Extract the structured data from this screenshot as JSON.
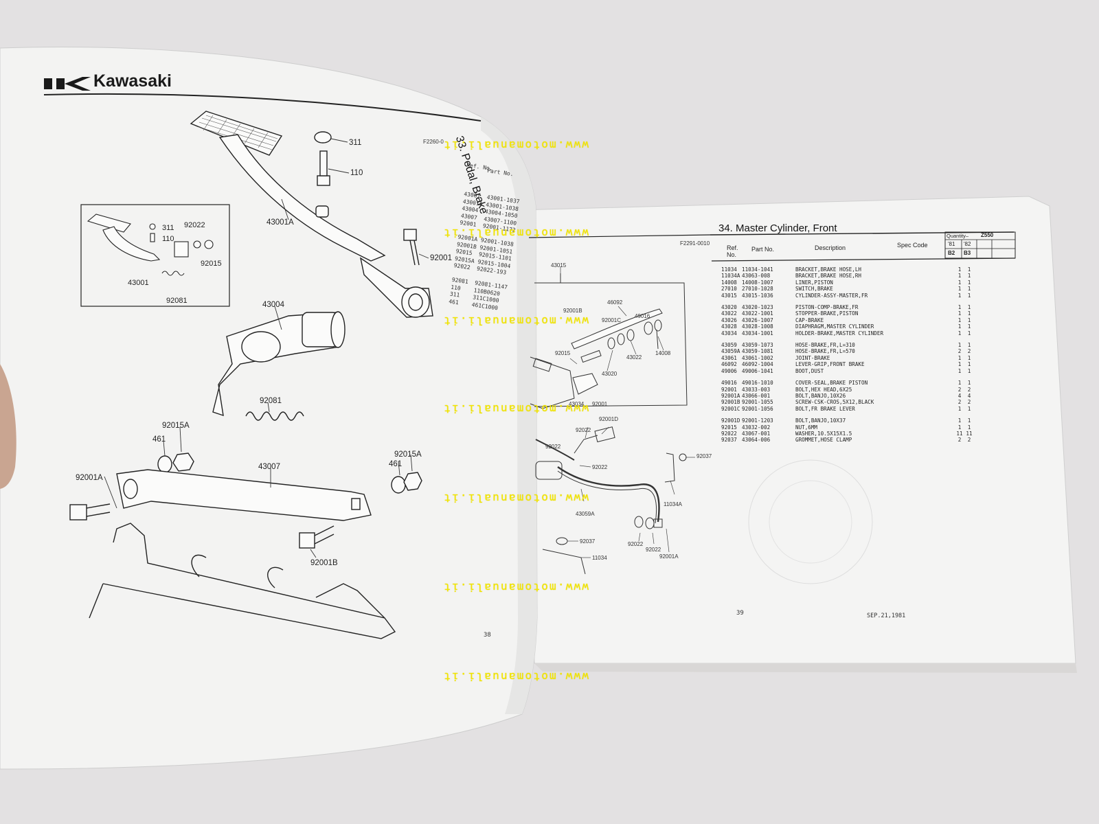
{
  "brand": {
    "logo_text": "Kawasaki"
  },
  "left_page": {
    "page_number": "38",
    "figure_code": "F2260-0",
    "callouts": {
      "c311": "311",
      "c110": "110",
      "c43001A": "43001A",
      "c92001": "92001",
      "c43004": "43004",
      "c92081": "92081",
      "c92015A": "92015A",
      "c461": "461",
      "c43007": "43007",
      "c92015A_r": "92015A",
      "c461_r": "461",
      "c92001A": "92001A",
      "c92001B": "92001B"
    },
    "inset_callouts": {
      "i311": "311",
      "i92022": "92022",
      "i110": "110",
      "i92015": "92015",
      "i43001": "43001",
      "i92081": "92081"
    }
  },
  "page33": {
    "title": "33. Pedal, Brake",
    "ref_label": "Ref. No.",
    "part_label": "Part No.",
    "rows": [
      "43001  43001-1037",
      "43001A 43001-1038",
      "43004  43004-1050",
      "43007  43007-1100",
      "92001  92001-1172",
      "",
      "92001A 92001-1038",
      "92001B 92001-1051",
      "92015  92015-1101",
      "92015A 92015-1004",
      "92022  92022-193",
      "",
      "92081  92081-1147",
      "110    110B0620",
      "311    311C1000",
      "461    461C1000"
    ]
  },
  "right_page": {
    "page_number": "39",
    "date": "SEP.21,1981",
    "figure_code": "F2291-0010",
    "section_title": "34.  Master Cylinder, Front",
    "headers": {
      "ref": "Ref.",
      "no": "No.",
      "part_no": "Part  No.",
      "description": "Description",
      "spec_code": "Spec Code",
      "quantity": "Quantity–",
      "model": "Z550",
      "y81": "'81",
      "y82": "'82",
      "b2": "B2",
      "b3": "B3"
    },
    "groups": [
      [
        {
          "ref": "11034",
          "part": "11034-1041",
          "desc": "BRACKET,BRAKE HOSE,LH",
          "q1": "1",
          "q2": "1"
        },
        {
          "ref": "11034A",
          "part": "43063-008",
          "desc": "BRACKET,BRAKE HOSE,RH",
          "q1": "1",
          "q2": "1"
        },
        {
          "ref": "14008",
          "part": "14008-1007",
          "desc": "LINER,PISTON",
          "q1": "1",
          "q2": "1"
        },
        {
          "ref": "27010",
          "part": "27010-1028",
          "desc": "SWITCH,BRAKE",
          "q1": "1",
          "q2": "1"
        },
        {
          "ref": "43015",
          "part": "43015-1036",
          "desc": "CYLINDER-ASSY-MASTER,FR",
          "q1": "1",
          "q2": "1"
        }
      ],
      [
        {
          "ref": "43020",
          "part": "43020-1023",
          "desc": "PISTON-COMP-BRAKE,FR",
          "q1": "1",
          "q2": "1"
        },
        {
          "ref": "43022",
          "part": "43022-1001",
          "desc": "STOPPER-BRAKE,PISTON",
          "q1": "1",
          "q2": "1"
        },
        {
          "ref": "43026",
          "part": "43026-1007",
          "desc": "CAP-BRAKE",
          "q1": "1",
          "q2": "1"
        },
        {
          "ref": "43028",
          "part": "43028-1008",
          "desc": "DIAPHRAGM,MASTER CYLINDER",
          "q1": "1",
          "q2": "1"
        },
        {
          "ref": "43034",
          "part": "43034-1001",
          "desc": "HOLDER-BRAKE,MASTER CYLINDER",
          "q1": "1",
          "q2": "1"
        }
      ],
      [
        {
          "ref": "43059",
          "part": "43059-1073",
          "desc": "HOSE-BRAKE,FR,L=310",
          "q1": "1",
          "q2": "1"
        },
        {
          "ref": "43059A",
          "part": "43059-1081",
          "desc": "HOSE-BRAKE,FR,L=570",
          "q1": "2",
          "q2": "2"
        },
        {
          "ref": "43061",
          "part": "43061-1002",
          "desc": "JOINT-BRAKE",
          "q1": "1",
          "q2": "1"
        },
        {
          "ref": "46092",
          "part": "46092-1004",
          "desc": "LEVER-GRIP,FRONT BRAKE",
          "q1": "1",
          "q2": "1"
        },
        {
          "ref": "49006",
          "part": "49006-1041",
          "desc": "BOOT,DUST",
          "q1": "1",
          "q2": "1"
        }
      ],
      [
        {
          "ref": "49016",
          "part": "49016-1010",
          "desc": "COVER-SEAL,BRAKE PISTON",
          "q1": "1",
          "q2": "1"
        },
        {
          "ref": "92001",
          "part": "43033-003",
          "desc": "BOLT,HEX HEAD,6X25",
          "q1": "2",
          "q2": "2"
        },
        {
          "ref": "92001A",
          "part": "43066-001",
          "desc": "BOLT,BANJO,10X26",
          "q1": "4",
          "q2": "4"
        },
        {
          "ref": "92001B",
          "part": "92001-1055",
          "desc": "SCREW-CSK-CROS,5X12,BLACK",
          "q1": "2",
          "q2": "2"
        },
        {
          "ref": "92001C",
          "part": "92001-1056",
          "desc": "BOLT,FR BRAKE LEVER",
          "q1": "1",
          "q2": "1"
        }
      ],
      [
        {
          "ref": "92001D",
          "part": "92001-1203",
          "desc": "BOLT,BANJO,10X37",
          "q1": "1",
          "q2": "1"
        },
        {
          "ref": "92015",
          "part": "43032-002",
          "desc": "NUT,6MM",
          "q1": "1",
          "q2": "1"
        },
        {
          "ref": "92022",
          "part": "43067-001",
          "desc": "WASHER,10.5X15X1.5",
          "q1": "11",
          "q2": "11"
        },
        {
          "ref": "92037",
          "part": "43064-006",
          "desc": "GROMMET,HOSE CLAMP",
          "q1": "2",
          "q2": "2"
        }
      ]
    ],
    "diagram_callouts": {
      "d43015": "43015",
      "d92001B": "92001B",
      "d46092": "46092",
      "d92001C": "92001C",
      "d49016": "49016",
      "d14008": "14008",
      "d92015": "92015",
      "d43022": "43022",
      "d43020": "43020",
      "d43034": "43034",
      "d92001": "92001",
      "d92001D": "92001D",
      "d92022a": "92022",
      "d92022b": "92022",
      "d92022c": "92022",
      "d92037a": "92037",
      "d11034A": "11034A",
      "d43059A": "43059A",
      "d92022d": "92022",
      "d92022e": "92022",
      "d92001A": "92001A",
      "d92037b": "92037",
      "d11034": "11034"
    }
  },
  "watermark": "www.motomanuali.it"
}
